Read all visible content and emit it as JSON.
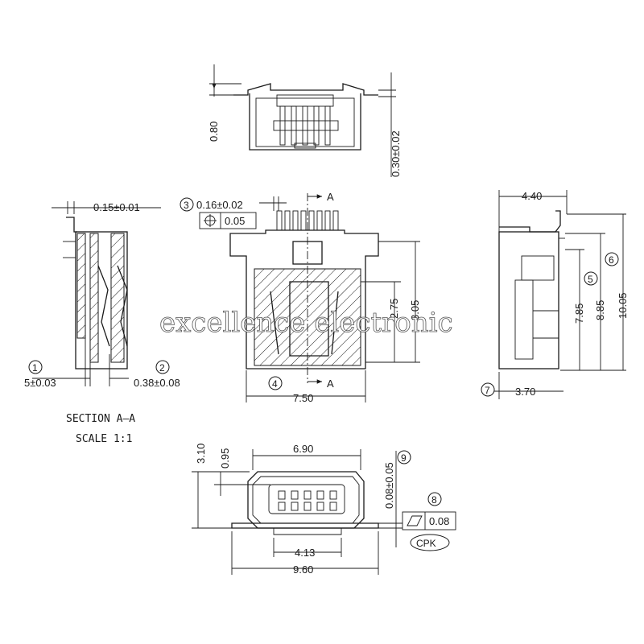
{
  "top_view": {
    "dim_height": "0.80",
    "dim_lead": "0.30±0.02"
  },
  "section_view": {
    "dim_top": "0.15±0.01",
    "callout_1": "1",
    "callout_2": "2",
    "dim_left": "5±0.03",
    "dim_right": "0.38±0.08",
    "caption_line1": "SECTION A–A",
    "caption_line2": "SCALE 1:1"
  },
  "front_view": {
    "callout_3": "3",
    "dim_pin": "0.16±0.02",
    "position_tol": "0.05",
    "section_label_top": "A",
    "section_label_bottom": "A",
    "dim_275": "2.75",
    "dim_305": "3.05",
    "callout_4": "4",
    "dim_width": "7.50"
  },
  "side_view": {
    "dim_top": "4.40",
    "callout_5": "5",
    "callout_6": "6",
    "dim_785": "7.85",
    "dim_885": "8.85",
    "dim_1005": "10.05",
    "callout_7": "7",
    "dim_bottom": "3.70"
  },
  "bottom_view": {
    "dim_310": "3.10",
    "dim_095": "0.95",
    "dim_690": "6.90",
    "dim_008": "0.08±0.05",
    "callout_9": "9",
    "callout_8": "8",
    "flatness_tol": "0.08",
    "cpk_label": "CPK",
    "dim_413": "4.13",
    "dim_960": "9.60"
  },
  "watermark": "excellence electronic"
}
